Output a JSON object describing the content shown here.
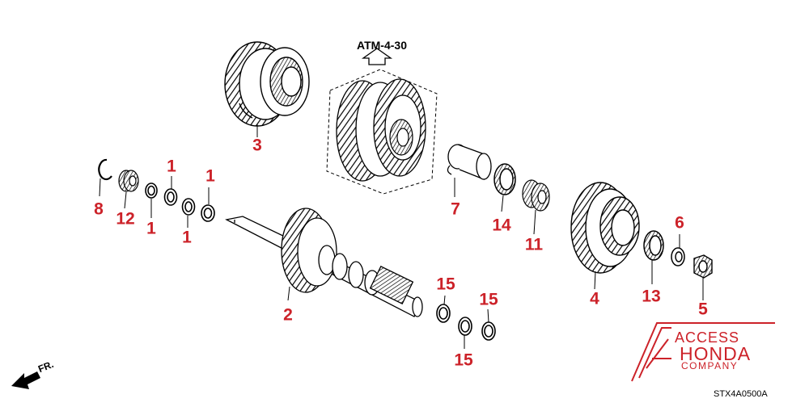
{
  "reference_label": "ATM-4-30",
  "direction_label": "FR.",
  "diagram_code": "STX4A0500A",
  "logo": {
    "line1": "ACCESS",
    "line2": "HONDA",
    "line3": "COMPANY",
    "color": "#cc2229"
  },
  "callout_color": "#cc2229",
  "callouts": [
    {
      "id": "c3",
      "text": "3"
    },
    {
      "id": "c1a",
      "text": "1"
    },
    {
      "id": "c1b",
      "text": "1"
    },
    {
      "id": "c1c",
      "text": "1"
    },
    {
      "id": "c1d",
      "text": "1"
    },
    {
      "id": "c8",
      "text": "8"
    },
    {
      "id": "c12",
      "text": "12"
    },
    {
      "id": "c2",
      "text": "2"
    },
    {
      "id": "c7",
      "text": "7"
    },
    {
      "id": "c14",
      "text": "14"
    },
    {
      "id": "c11",
      "text": "11"
    },
    {
      "id": "c4",
      "text": "4"
    },
    {
      "id": "c6",
      "text": "6"
    },
    {
      "id": "c13",
      "text": "13"
    },
    {
      "id": "c5",
      "text": "5"
    },
    {
      "id": "c15a",
      "text": "15"
    },
    {
      "id": "c15b",
      "text": "15"
    },
    {
      "id": "c15c",
      "text": "15"
    }
  ]
}
